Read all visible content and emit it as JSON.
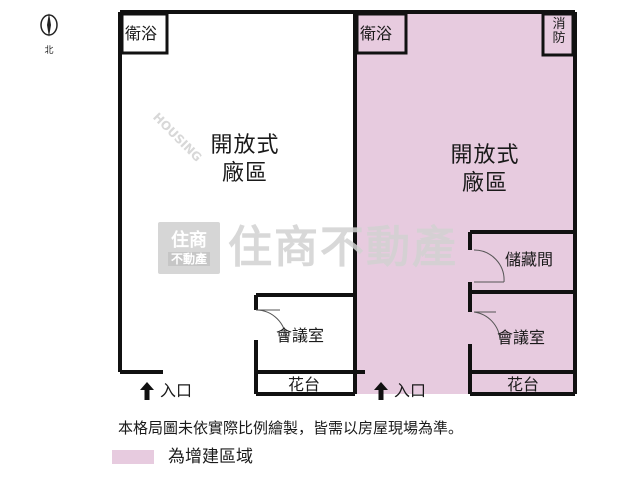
{
  "colors": {
    "wall": "#111111",
    "extension_area": "#e7cbdf",
    "watermark": "#d2d2d2"
  },
  "compass": {
    "label": "北",
    "icon": "north-arrow-icon"
  },
  "left_unit": {
    "bathroom": "衛浴",
    "open_factory": [
      "開放式",
      "廠區"
    ],
    "meeting_room": "會議室",
    "planter": "花台",
    "entrance": "入口"
  },
  "right_unit": {
    "bathroom": "衛浴",
    "fire_equipment": [
      "消",
      "防"
    ],
    "open_factory": [
      "開放式",
      "廠區"
    ],
    "storage": "儲藏間",
    "meeting_room": "會議室",
    "planter": "花台",
    "entrance": "入口"
  },
  "watermark": {
    "logo_top": "住商",
    "logo_bottom": "不動產",
    "brand": "住商不動產",
    "english": "HOUSING"
  },
  "note": "本格局圖未依實際比例繪製，皆需以房屋現場為準。",
  "legend": {
    "label": "為增建區域"
  }
}
